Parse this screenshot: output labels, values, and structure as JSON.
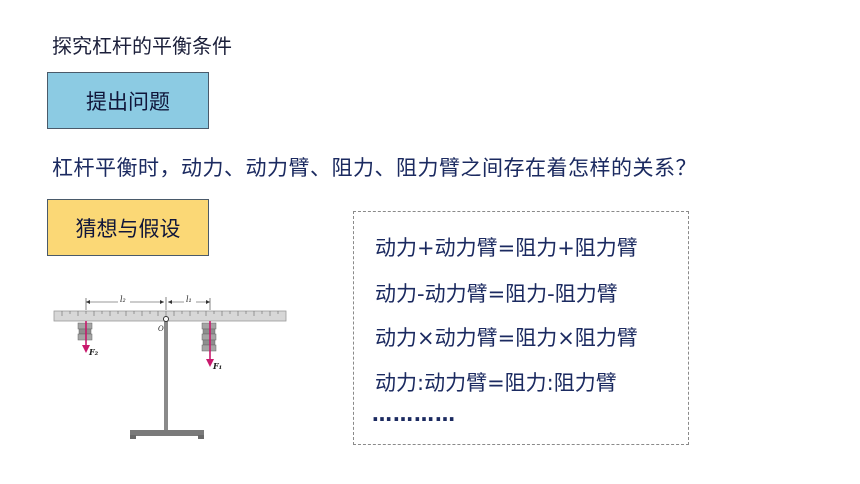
{
  "slide": {
    "title": "探究杠杆的平衡条件",
    "section1": "提出问题",
    "question": "杠杆平衡时，动力、动力臂、阻力、阻力臂之间存在着怎样的关系？",
    "section2": "猜想与假设",
    "hypotheses": [
      "动力+动力臂=阻力+阻力臂",
      "动力-动力臂=阻力-阻力臂",
      "动力×动力臂=阻力×阻力臂",
      "动力:动力臂=阻力:阻力臂"
    ],
    "ellipsis": "…………"
  },
  "figure": {
    "arm_left_label": "l₂",
    "arm_right_label": "l₁",
    "force_left_label": "F₂",
    "force_right_label": "F₁",
    "pivot_label": "O",
    "colors": {
      "ruler": "#c9c9c9",
      "force_arrow": "#c8186c",
      "weights": "#9a9a9a",
      "stand": "#8a8a8a"
    }
  }
}
